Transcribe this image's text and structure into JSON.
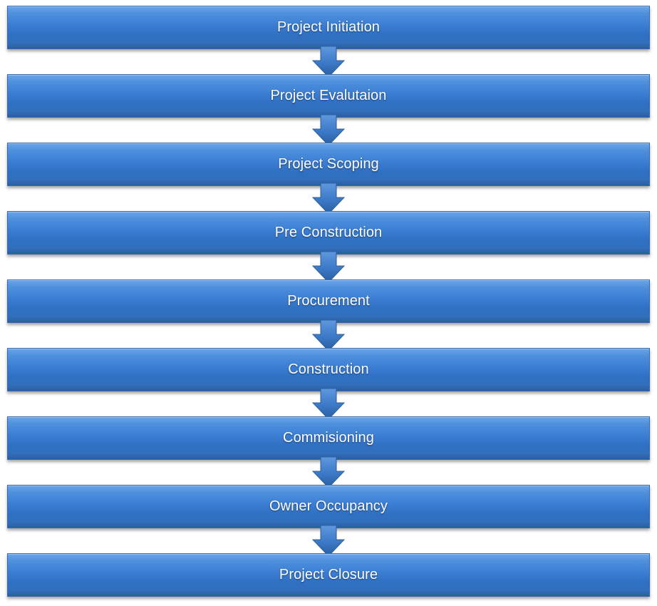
{
  "diagram": {
    "stages": [
      {
        "label": "Project Initiation"
      },
      {
        "label": "Project Evalutaion"
      },
      {
        "label": "Project Scoping"
      },
      {
        "label": "Pre Construction"
      },
      {
        "label": "Procurement"
      },
      {
        "label": "Construction"
      },
      {
        "label": "Commisioning"
      },
      {
        "label": "Owner Occupancy"
      },
      {
        "label": "Project Closure"
      }
    ],
    "colors": {
      "box_fill": "#3b7dd2",
      "box_border": "#3a6aa8",
      "arrow_fill": "#3f79c4",
      "text": "#ffffff"
    }
  }
}
